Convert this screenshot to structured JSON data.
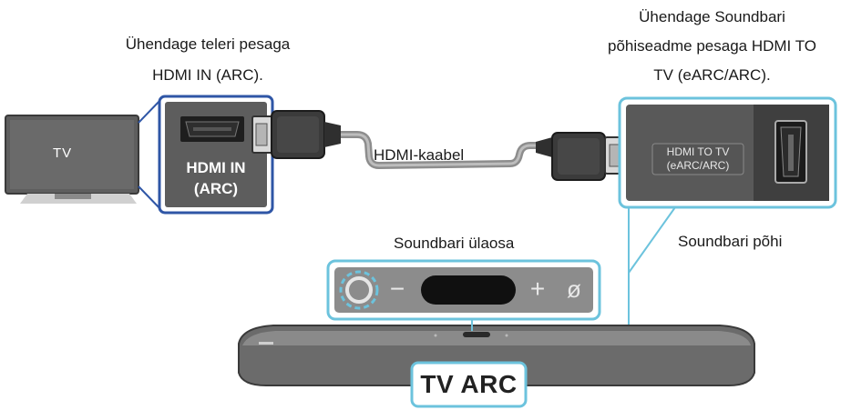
{
  "tv": {
    "screen_label": "TV",
    "connect_label_line1": "Ühendage teleri pesaga",
    "connect_label_line2": "HDMI IN (ARC).",
    "port_label_line1": "HDMI IN",
    "port_label_line2": "(ARC)"
  },
  "cable": {
    "label": "HDMI-kaabel"
  },
  "soundbar_rear": {
    "connect_label_line1": "Ühendage Soundbari",
    "connect_label_line2": "põhiseadme pesaga HDMI TO",
    "connect_label_line3": "TV (eARC/ARC).",
    "port_label_line1": "HDMI TO TV",
    "port_label_line2": "(eARC/ARC)",
    "caption": "Soundbari põhi"
  },
  "soundbar_top": {
    "caption": "Soundbari ülaosa",
    "minus_symbol": "−",
    "plus_symbol": "+",
    "mic_symbol": "ø"
  },
  "soundbar": {
    "mode_label": "TV ARC"
  },
  "colors": {
    "tv_port_border": "#2f56a6",
    "soundbar_border": "#6cc3dd",
    "panel_gray": "#5a5a5a",
    "cable_gray": "#9a9a9a"
  }
}
